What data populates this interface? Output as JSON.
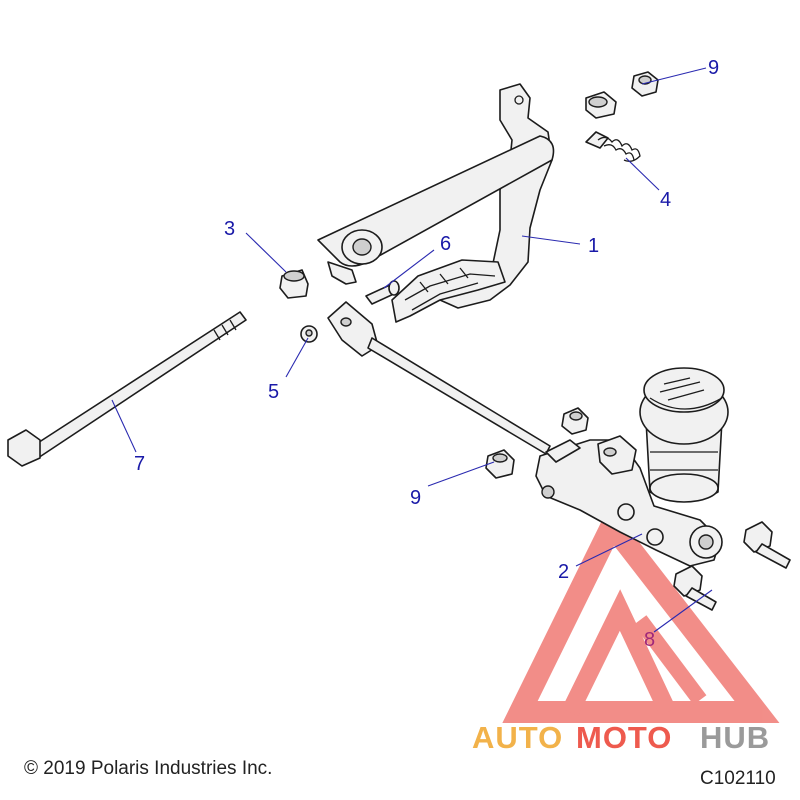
{
  "callouts": [
    {
      "id": "1",
      "label": "1"
    },
    {
      "id": "2",
      "label": "2"
    },
    {
      "id": "3",
      "label": "3"
    },
    {
      "id": "4",
      "label": "4"
    },
    {
      "id": "5",
      "label": "5"
    },
    {
      "id": "6",
      "label": "6"
    },
    {
      "id": "7",
      "label": "7"
    },
    {
      "id": "8",
      "label": "8"
    },
    {
      "id": "9a",
      "label": "9"
    },
    {
      "id": "9b",
      "label": "9"
    }
  ],
  "footer": {
    "copyright": "© 2019 Polaris Industries Inc.",
    "diagram_code": "C102110"
  },
  "watermark": {
    "brand_auto": "AUTO",
    "brand_moto": "MOTO",
    "brand_hub": "HUB",
    "colors": {
      "auto": "#f2b24a",
      "moto": "#ee5a4e",
      "hub": "#9a9a9a",
      "logo": "#f07a74"
    }
  },
  "colors": {
    "callout": "#1a1aa8",
    "callout_highlight": "#a0287a",
    "line_art": "#1c1c1c"
  }
}
